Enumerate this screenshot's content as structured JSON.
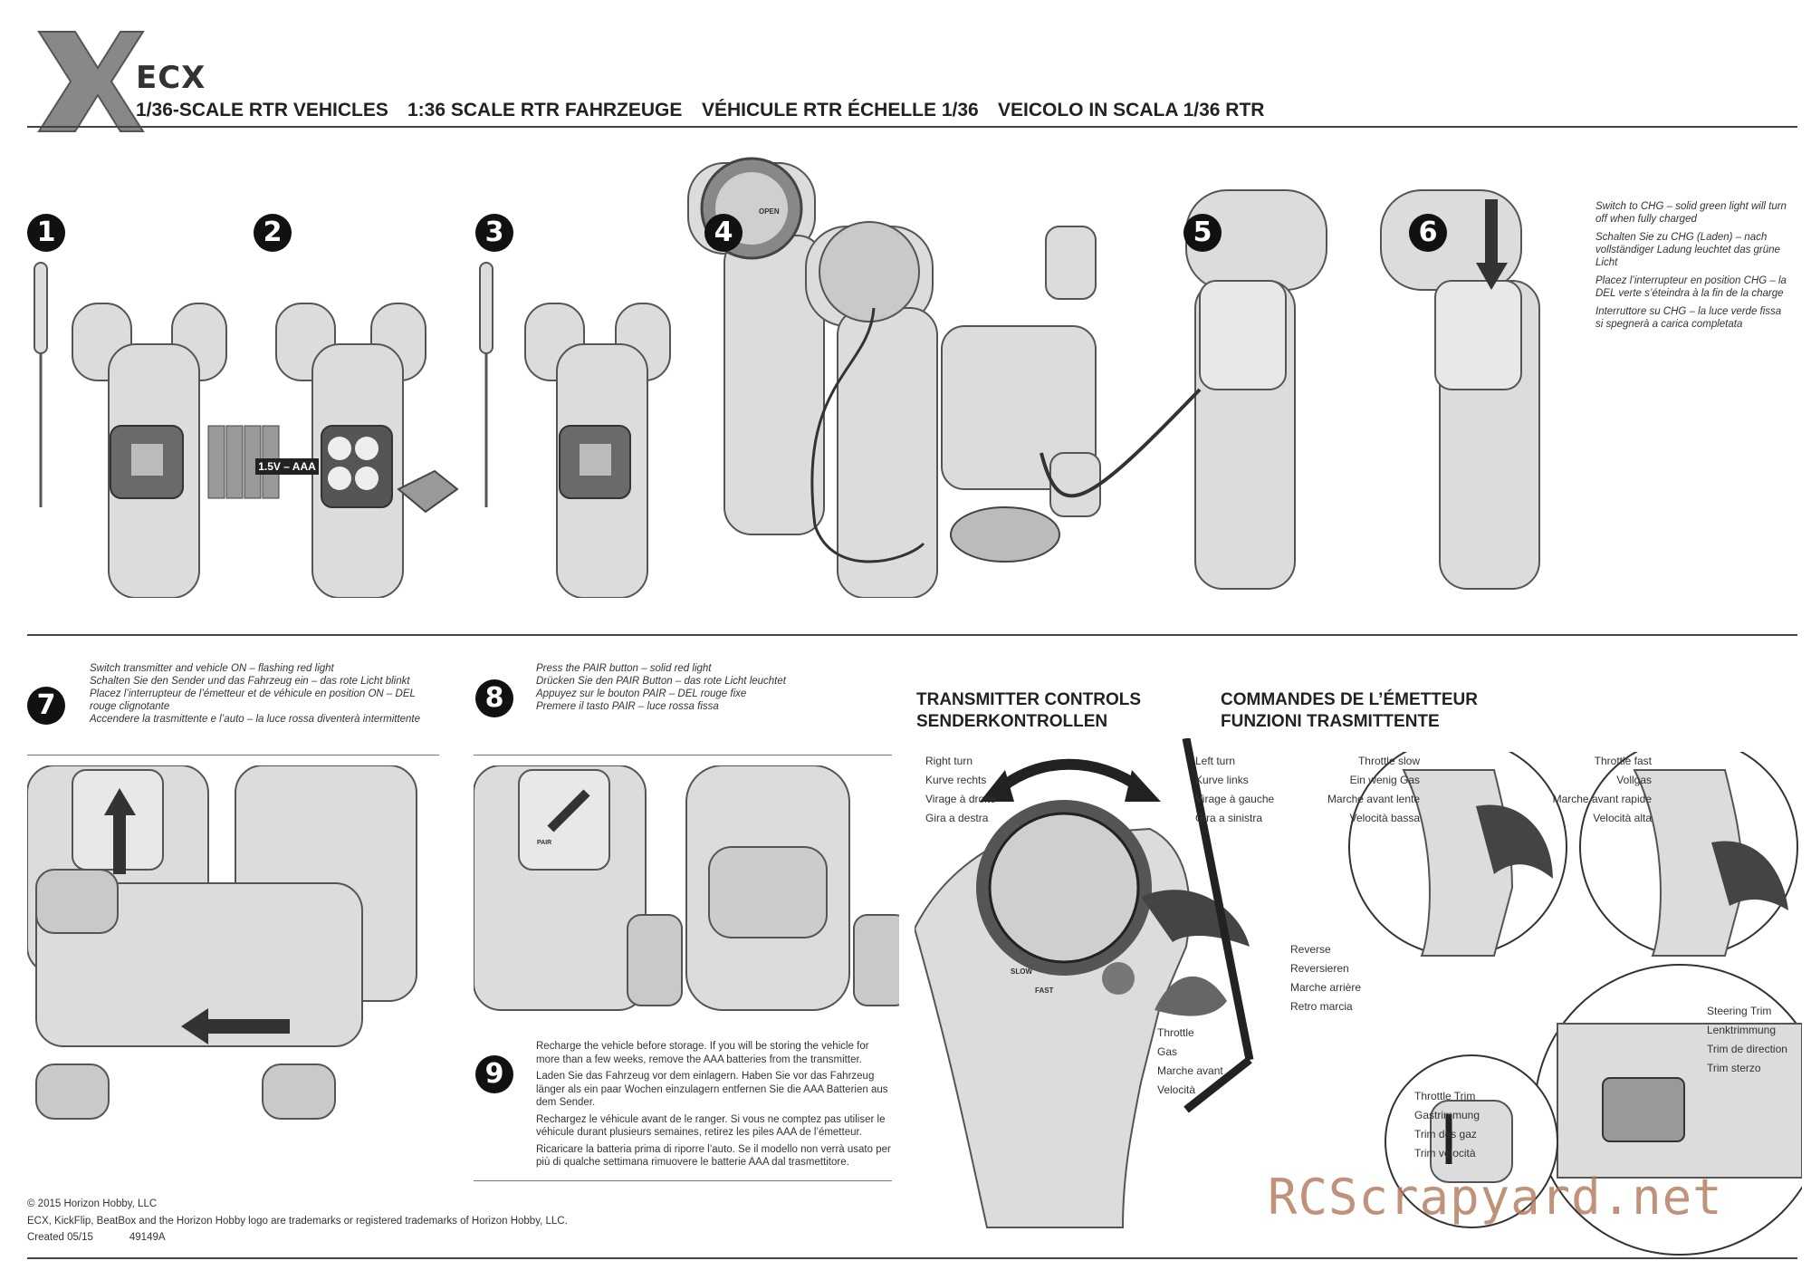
{
  "brand": {
    "logo_text": "ECX"
  },
  "header": {
    "titles": [
      "1/36-SCALE RTR VEHICLES",
      "1:36 SCALE RTR FAHRZEUGE",
      "VÉHICULE RTR ÉCHELLE 1/36",
      "VEICOLO IN SCALA 1/36 RTR"
    ]
  },
  "steps": {
    "s1": "1",
    "s2": "2",
    "s3": "3",
    "s4": "4",
    "s5": "5",
    "s6": "6",
    "s7": "7",
    "s8": "8",
    "s9": "9"
  },
  "step2": {
    "battery_label": "1.5V – AAA"
  },
  "step4": {
    "open_label": "OPEN"
  },
  "step6": {
    "lines": [
      {
        "lead": "Switch to CHG",
        "rest": "solid green light will turn off when fully charged"
      },
      {
        "lead": "Schalten Sie zu CHG (Laden)",
        "rest": "nach vollständiger Ladung leuchtet das grüne Licht"
      },
      {
        "lead": "Placez l’interrupteur en position CHG",
        "rest": "la DEL verte s’éteindra à la fin de la charge"
      },
      {
        "lead": "Interruttore su CHG",
        "rest": "la luce verde fissa si spegnerà a carica completata"
      }
    ]
  },
  "step7": {
    "lines": [
      {
        "lead": "Switch transmitter and vehicle ON",
        "rest": "flashing red light"
      },
      {
        "lead": "Schalten Sie den Sender und das Fahrzeug ein",
        "rest": "das rote Licht blinkt"
      },
      {
        "lead": "Placez l’interrupteur de l’émetteur et de véhicule en position ON",
        "rest": "DEL rouge clignotante"
      },
      {
        "lead": "Accendere la trasmittente e l’auto",
        "rest": "la luce rossa diventerà intermittente"
      }
    ]
  },
  "step8": {
    "lines": [
      {
        "lead": "Press the PAIR button",
        "rest": "solid red light"
      },
      {
        "lead": "Drücken Sie den PAIR Button",
        "rest": "das rote Licht leuchtet"
      },
      {
        "lead": "Appuyez sur le bouton PAIR",
        "rest": "DEL rouge fixe"
      },
      {
        "lead": "Premere il tasto PAIR",
        "rest": "luce rossa fissa"
      }
    ],
    "pair_label": "PAIR"
  },
  "step9": {
    "paragraphs": [
      "Recharge the vehicle before storage. If you will be storing the vehicle for more than a few weeks, remove the AAA batteries from the transmitter.",
      "Laden Sie das Fahrzeug vor dem einlagern. Haben Sie vor das Fahrzeug länger als ein paar Wochen einzulagern entfernen Sie die AAA Batterien aus dem Sender.",
      "Rechargez le véhicule avant de le ranger. Si vous ne comptez pas utiliser le véhicule durant plusieurs semaines, retirez les piles AAA de l’émetteur.",
      "Ricaricare la batteria prima di riporre l’auto. Se il modello non verrà usato per più di qualche settimana rimuovere le batterie AAA dal trasmettitore."
    ]
  },
  "controls": {
    "title_left": [
      "TRANSMITTER CONTROLS",
      "SENDERKONTROLLEN"
    ],
    "title_right": [
      "COMMANDES DE L’ÉMETTEUR",
      "FUNZIONI TRASMITTENTE"
    ],
    "right_turn": [
      "Right turn",
      "Kurve rechts",
      "Virage à droite",
      "Gira a destra"
    ],
    "left_turn": [
      "Left turn",
      "Kurve links",
      "Virage à gauche",
      "Gira a sinistra"
    ],
    "reverse": [
      "Reverse",
      "Reversieren",
      "Marche arrière",
      "Retro marcia"
    ],
    "throttle": [
      "Throttle",
      "Gas",
      "Marche avant",
      "Velocità"
    ],
    "throttle_slow": [
      "Throttle slow",
      "Ein wenig Gas",
      "Marche avant lente",
      "Velocità bassa"
    ],
    "throttle_fast": [
      "Throttle fast",
      "Vollgas",
      "Marche avant rapide",
      "Velocità alta"
    ],
    "steering_trim": [
      "Steering Trim",
      "Lenktrimmung",
      "Trim de direction",
      "Trim sterzo"
    ],
    "throttle_trim": [
      "Throttle Trim",
      "Gastrimmung",
      "Trim des gaz",
      "Trim velocità"
    ],
    "slow_label": "SLOW",
    "fast_label": "FAST"
  },
  "footer": {
    "copyright": "© 2015 Horizon Hobby, LLC",
    "trademark": "ECX, KickFlip, BeatBox and the Horizon Hobby logo are trademarks or registered trademarks of Horizon Hobby, LLC.",
    "created": "Created 05/15",
    "part": "49149A"
  },
  "watermark": "RCScrapyard.net",
  "colors": {
    "ink": "#222222",
    "rule": "#444444",
    "body": "#dcdcdc",
    "watermark": "#b07858"
  }
}
